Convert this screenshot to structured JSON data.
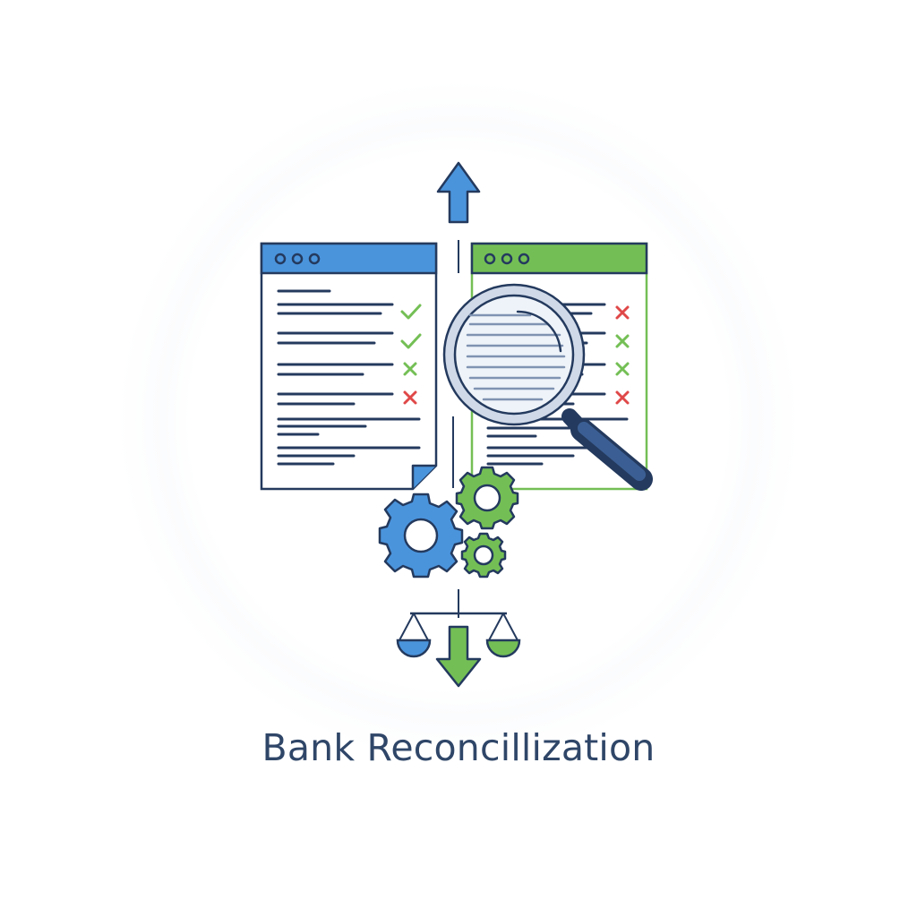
{
  "caption": "Bank Reconcillization",
  "colors": {
    "blue": "#4a94dc",
    "green": "#74bf55",
    "navy": "#243a5e",
    "red": "#e04848",
    "lens": "#cfd9e8"
  },
  "left_document": {
    "header_color": "blue",
    "row_marks": [
      "check",
      "check",
      "cross-green",
      "cross-red"
    ]
  },
  "right_document": {
    "header_color": "green",
    "row_marks": [
      "cross-red",
      "cross-green",
      "cross-green",
      "cross-red"
    ]
  },
  "icons": [
    "up-arrow-icon",
    "magnifier-icon",
    "gear-icon",
    "balance-scale-icon",
    "down-arrow-icon"
  ]
}
